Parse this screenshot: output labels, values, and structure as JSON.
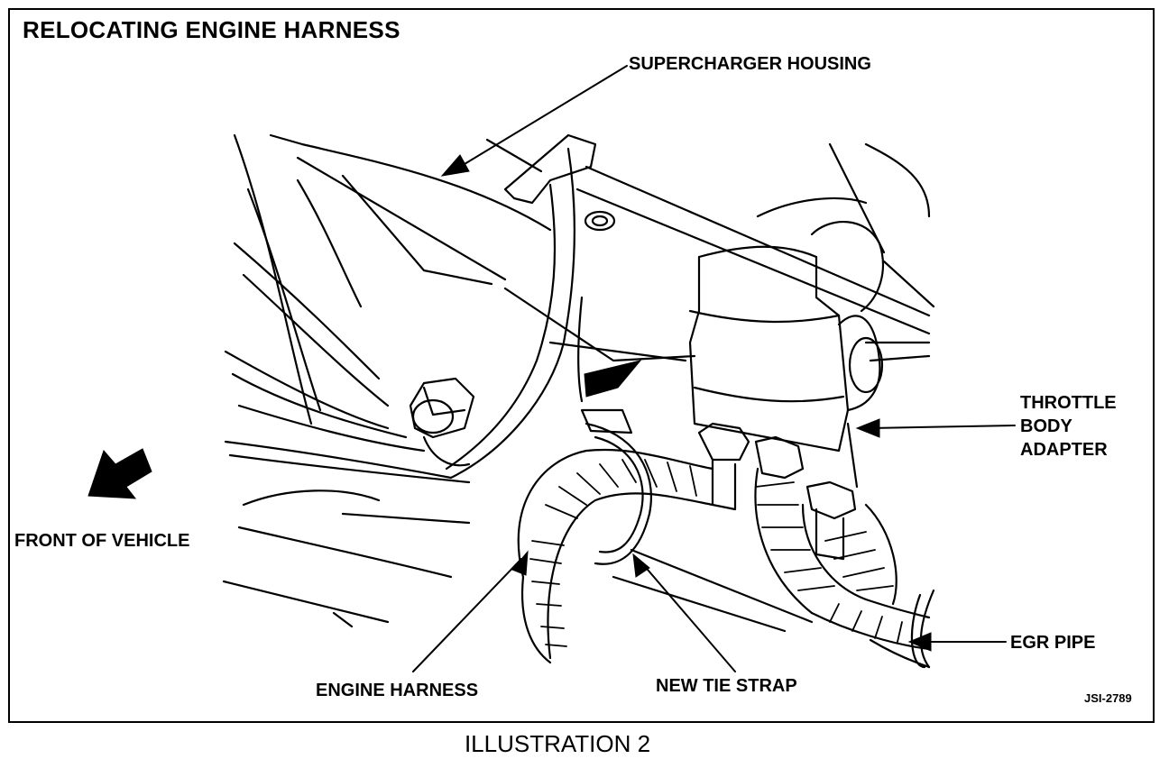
{
  "figure": {
    "title": "RELOCATING ENGINE HARNESS",
    "caption": "ILLUSTRATION 2",
    "code": "JSI-2789"
  },
  "labels": {
    "supercharger_housing": "SUPERCHARGER HOUSING",
    "throttle_body_adapter": [
      "THROTTLE",
      "BODY",
      "ADAPTER"
    ],
    "front_of_vehicle": "FRONT OF VEHICLE",
    "egr_pipe": "EGR PIPE",
    "engine_harness": "ENGINE HARNESS",
    "new_tie_strap": "NEW TIE STRAP"
  },
  "colors": {
    "ink": "#000000",
    "paper": "#ffffff"
  }
}
